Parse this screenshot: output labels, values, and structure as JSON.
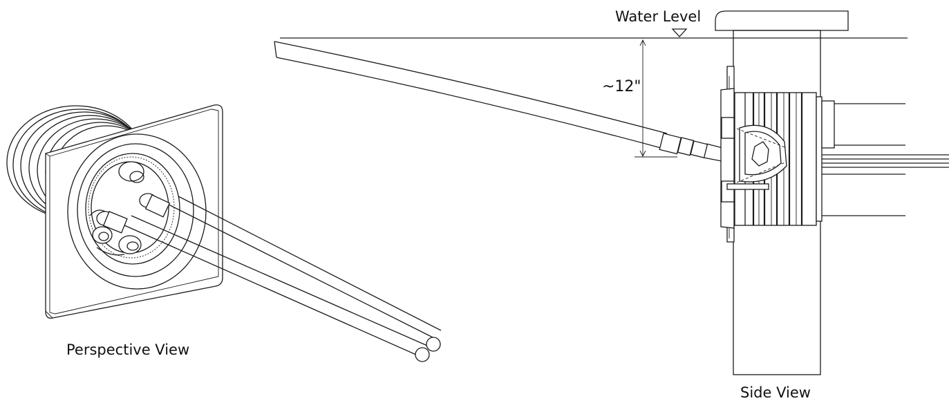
{
  "labels": {
    "water_level": "Water Level",
    "dimension": "~12\"",
    "perspective_view": "Perspective View",
    "side_view": "Side View"
  },
  "colors": {
    "line": "#1a1a1a",
    "background": "#ffffff"
  }
}
